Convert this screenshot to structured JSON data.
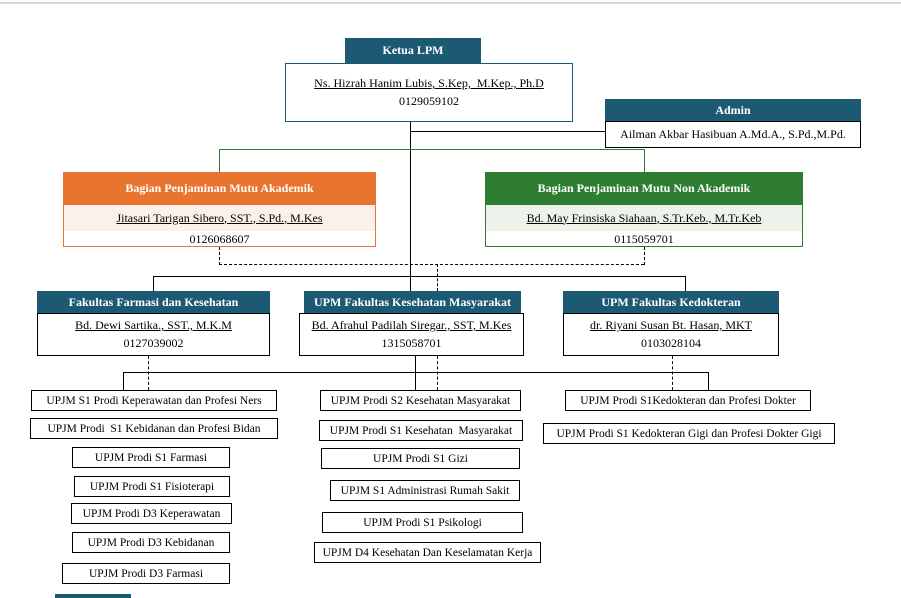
{
  "org": {
    "ketua": {
      "title": "Ketua LPM",
      "name": "Ns. Hizrah Hanim Lubis, S.Kep,  M.Kep., Ph.D",
      "nidn": "0129059102"
    },
    "admin": {
      "title": "Admin",
      "name": "Ailman Akbar Hasibuan A.Md.A., S.Pd.,M.Pd."
    },
    "akademik": {
      "title": "Bagian Penjaminan Mutu Akademik",
      "name": "Jitasari Tarigan Sibero, SST., S.Pd., M.Kes",
      "nidn": "0126068607"
    },
    "non_akademik": {
      "title": "Bagian Penjaminan Mutu Non Akademik",
      "name": "Bd. May Frinsiska Siahaan, S.Tr.Keb., M.Tr.Keb",
      "nidn": "0115059701"
    },
    "farmasi": {
      "title": "Fakultas Farmasi dan Kesehatan",
      "name": "Bd. Dewi Sartika., SST., M.K.M",
      "nidn": "0127039002"
    },
    "kesmas": {
      "title": "UPM Fakultas Kesehatan Masyarakat",
      "name": "Bd. Afrahul Padilah Siregar., SST, M.Kes",
      "nidn": "1315058701"
    },
    "kedokteran": {
      "title": "UPM Fakultas Kedokteran",
      "name": "dr. Riyani Susan Bt. Hasan, MKT",
      "nidn": "0103028104"
    },
    "prodi_farmasi_kesehatan": [
      "UPJM S1 Prodi Keperawatan dan Profesi Ners",
      "UPJM Prodi  S1 Kebidanan dan Profesi Bidan",
      "UPJM Prodi S1 Farmasi",
      "UPJM Prodi S1 Fisioterapi",
      "UPJM Prodi D3 Keperawatan",
      "UPJM Prodi D3 Kebidanan",
      "UPJM Prodi D3 Farmasi"
    ],
    "prodi_kesmas": [
      "UPJM Prodi S2 Kesehatan Masyarakat",
      "UPJM Prodi S1 Kesehatan  Masyarakat",
      "UPJM Prodi S1 Gizi",
      "UPJM S1 Administrasi Rumah Sakit",
      "UPJM Prodi S1 Psikologi",
      "UPJM D4 Kesehatan Dan Keselamatan Kerja"
    ],
    "prodi_kedokteran": [
      "UPJM Prodi S1Kedokteran dan Profesi Dokter",
      "UPJM Prodi S1 Kedokteran Gigi dan Profesi Dokter Gigi"
    ]
  },
  "colors": {
    "teal": "#1C5A74",
    "orange": "#E9742F",
    "orange_light": "#FCF1E9",
    "green": "#2E7D32",
    "green_light": "#EDF2EB",
    "line": "#000000"
  }
}
